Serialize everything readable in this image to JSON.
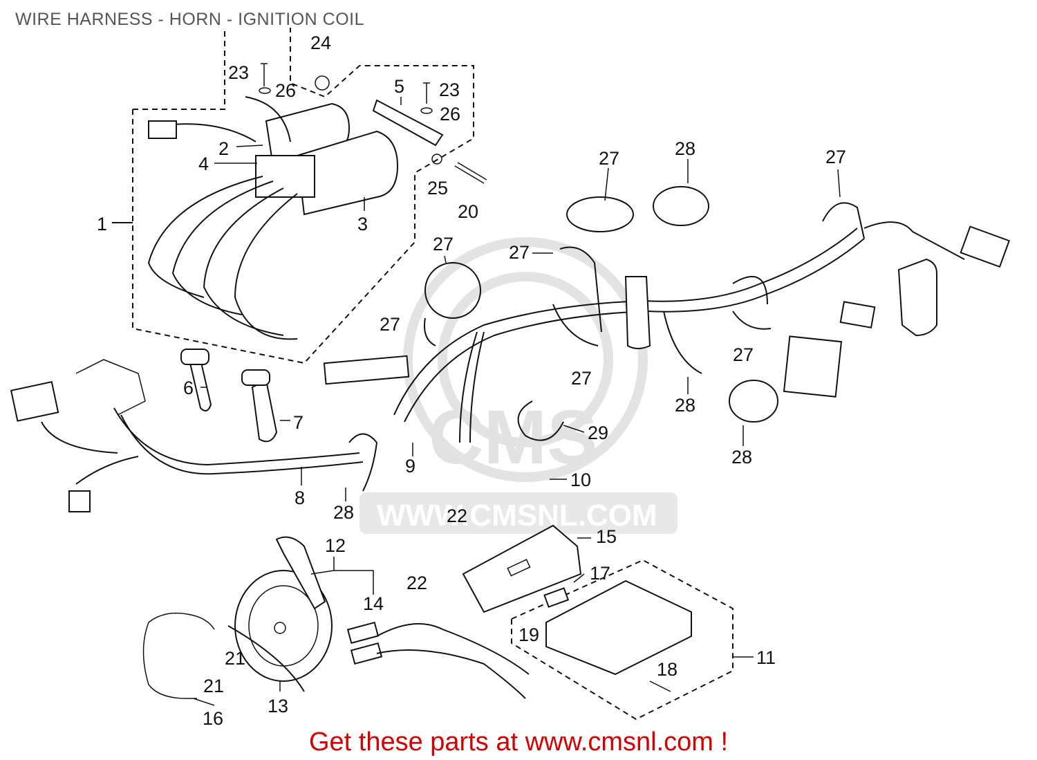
{
  "title": "WIRE HARNESS - HORN - IGNITION COIL",
  "footer": "Get these parts at www.cmsnl.com !",
  "watermark": {
    "logo": "CMS",
    "url": "WWW.CMSNL.COM"
  },
  "callouts": [
    "1",
    "2",
    "3",
    "4",
    "5",
    "6",
    "7",
    "8",
    "9",
    "10",
    "11",
    "12",
    "13",
    "14",
    "15",
    "16",
    "17",
    "18",
    "19",
    "20",
    "21",
    "22",
    "23",
    "24",
    "25",
    "26",
    "27",
    "28",
    "29"
  ],
  "colors": {
    "footer": "#d40000",
    "title": "#555555",
    "lines": "#111111"
  }
}
